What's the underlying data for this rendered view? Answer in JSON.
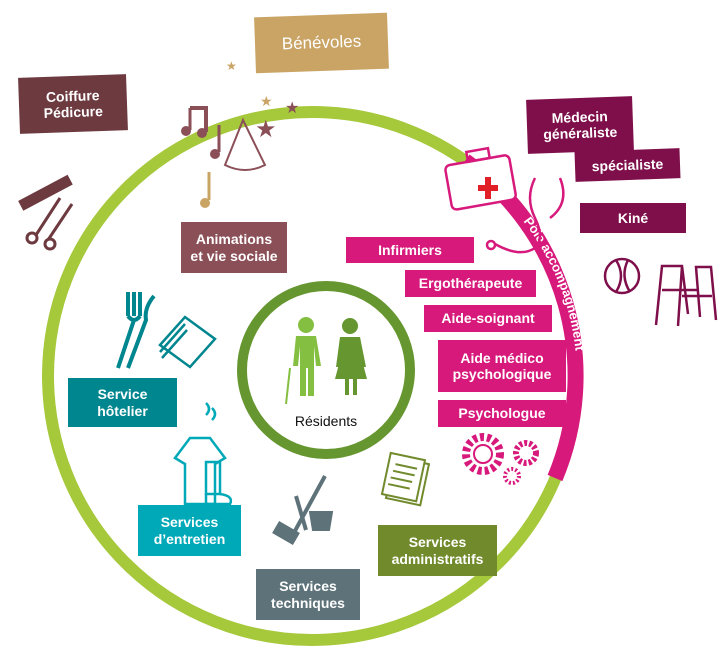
{
  "center": {
    "label": "Résidents"
  },
  "ring_label": "Pôle accompagnement",
  "outer": {
    "benevoles": "Bénévoles",
    "coiffure": [
      "Coiffure",
      "Pédicure"
    ],
    "medecin": [
      "Médecin",
      "généraliste"
    ],
    "specialiste": "spécialiste",
    "kine": "Kiné"
  },
  "inner": {
    "animations": [
      "Animations",
      "et vie sociale"
    ],
    "hotelier": [
      "Service",
      "hôtelier"
    ],
    "entretien": [
      "Services",
      "d’entretien"
    ],
    "techniques": [
      "Services",
      "techniques"
    ],
    "administratifs": [
      "Services",
      "administratifs"
    ]
  },
  "accompagnement": {
    "infirmiers": "Infirmiers",
    "ergo": "Ergothérapeute",
    "aide_soignant": "Aide-soignant",
    "amp": [
      "Aide médico",
      "psychologique"
    ],
    "psychologue": "Psychologue"
  },
  "colors": {
    "ring": "#a6c83b",
    "pink": "#d8197c",
    "plum": "#7e0f4a",
    "maroon": "#6d3a40",
    "animation": "#8b4f57",
    "gold": "#c9a465",
    "teal": "#00868f",
    "cyan": "#00a9b8",
    "slate": "#5e7279",
    "olive": "#718a2c",
    "center": "#65962f"
  }
}
